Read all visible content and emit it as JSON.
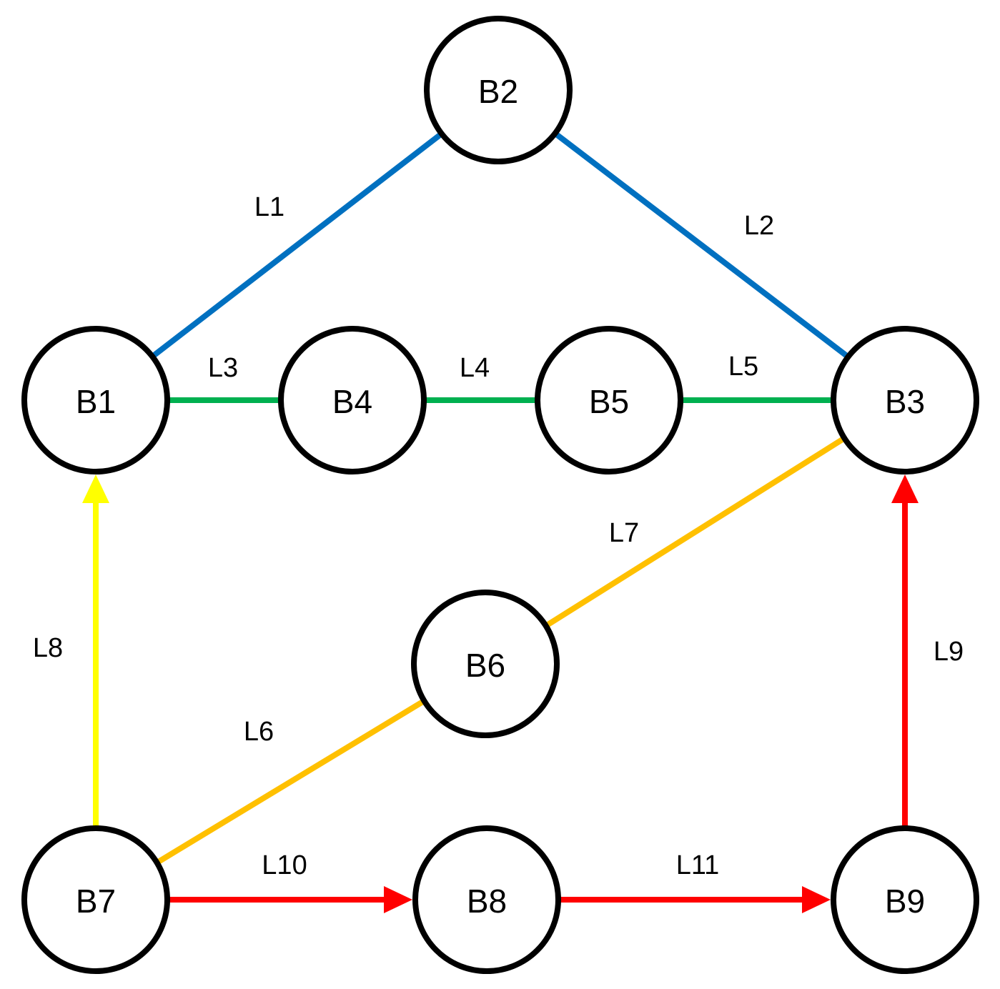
{
  "diagram": {
    "nodes": [
      {
        "id": "B1",
        "label": "B1"
      },
      {
        "id": "B2",
        "label": "B2"
      },
      {
        "id": "B3",
        "label": "B3"
      },
      {
        "id": "B4",
        "label": "B4"
      },
      {
        "id": "B5",
        "label": "B5"
      },
      {
        "id": "B6",
        "label": "B6"
      },
      {
        "id": "B7",
        "label": "B7"
      },
      {
        "id": "B8",
        "label": "B8"
      },
      {
        "id": "B9",
        "label": "B9"
      }
    ],
    "edges": [
      {
        "id": "L1",
        "label": "L1",
        "from": "B2",
        "to": "B1",
        "color": "#0070C0",
        "directed": false
      },
      {
        "id": "L2",
        "label": "L2",
        "from": "B2",
        "to": "B3",
        "color": "#0070C0",
        "directed": false
      },
      {
        "id": "L3",
        "label": "L3",
        "from": "B1",
        "to": "B4",
        "color": "#00B050",
        "directed": false
      },
      {
        "id": "L4",
        "label": "L4",
        "from": "B4",
        "to": "B5",
        "color": "#00B050",
        "directed": false
      },
      {
        "id": "L5",
        "label": "L5",
        "from": "B5",
        "to": "B3",
        "color": "#00B050",
        "directed": false
      },
      {
        "id": "L6",
        "label": "L6",
        "from": "B7",
        "to": "B6",
        "color": "#FFC000",
        "directed": false
      },
      {
        "id": "L7",
        "label": "L7",
        "from": "B6",
        "to": "B3",
        "color": "#FFC000",
        "directed": false
      },
      {
        "id": "L8",
        "label": "L8",
        "from": "B7",
        "to": "B1",
        "color": "#FFFF00",
        "directed": true
      },
      {
        "id": "L9",
        "label": "L9",
        "from": "B9",
        "to": "B3",
        "color": "#FF0000",
        "directed": true
      },
      {
        "id": "L10",
        "label": "L10",
        "from": "B7",
        "to": "B8",
        "color": "#FF0000",
        "directed": true
      },
      {
        "id": "L11",
        "label": "L11",
        "from": "B8",
        "to": "B9",
        "color": "#FF0000",
        "directed": true
      }
    ]
  }
}
